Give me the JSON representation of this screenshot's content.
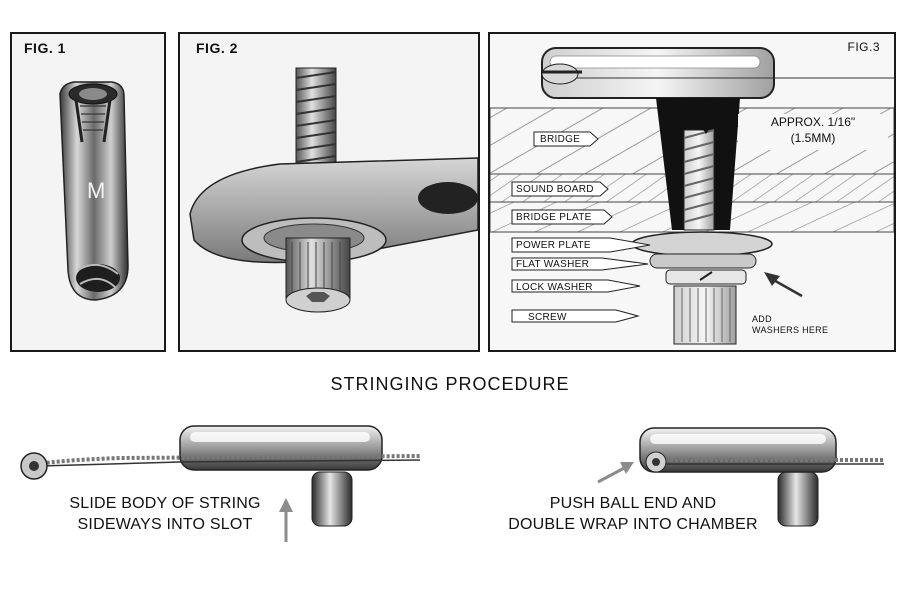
{
  "figures": {
    "fig1": {
      "label": "FIG. 1",
      "stamp": "M"
    },
    "fig2": {
      "label": "FIG. 2"
    },
    "fig3": {
      "label": "FIG.3",
      "callouts": {
        "bridge": "BRIDGE",
        "sound_board": "SOUND BOARD",
        "bridge_plate": "BRIDGE PLATE",
        "power_plate": "POWER PLATE",
        "flat_washer": "FLAT WASHER",
        "lock_washer": "LOCK WASHER",
        "screw": "SCREW"
      },
      "gap_note": {
        "line1": "APPROX. 1/16\"",
        "line2": "(1.5MM)"
      },
      "add_washers": {
        "line1": "ADD",
        "line2": "WASHERS HERE"
      }
    }
  },
  "procedure": {
    "title": "STRINGING PROCEDURE",
    "step1": {
      "line1": "SLIDE BODY OF STRING",
      "line2": "SIDEWAYS INTO SLOT"
    },
    "step2": {
      "line1": "PUSH BALL END AND",
      "line2": "DOUBLE WRAP INTO CHAMBER"
    }
  },
  "colors": {
    "line": "#1a1a1a",
    "metal_light": "#e8e8e8",
    "metal_dark": "#555555",
    "hatch": "#9a9a9a",
    "arrow": "#8c8c8c"
  }
}
